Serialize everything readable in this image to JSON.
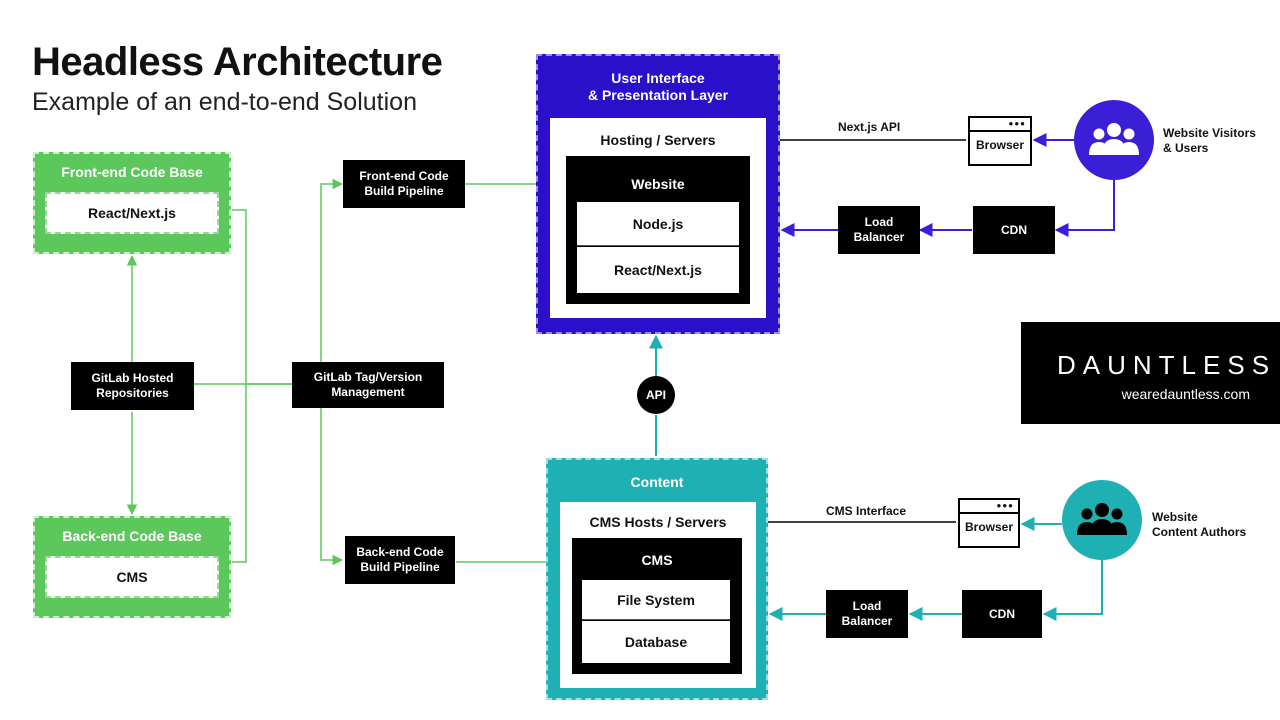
{
  "header": {
    "title": "Headless Architecture",
    "subtitle": "Example of an end-to-end Solution"
  },
  "frontend_base": {
    "title": "Front-end Code Base",
    "item": "React/Next.js"
  },
  "backend_base": {
    "title": "Back-end Code Base",
    "item": "CMS"
  },
  "gitlab_repos": {
    "line1": "GitLab Hosted",
    "line2": "Repositories"
  },
  "gitlab_tag": {
    "line1": "GitLab Tag/Version",
    "line2": "Management"
  },
  "fe_pipeline": {
    "line1": "Front-end Code",
    "line2": "Build Pipeline"
  },
  "be_pipeline": {
    "line1": "Back-end Code",
    "line2": "Build Pipeline"
  },
  "ui_layer": {
    "title_line1": "User Interface",
    "title_line2": "& Presentation Layer",
    "hosting": "Hosting / Servers",
    "website": "Website",
    "stack": [
      "Node.js",
      "React/Next.js"
    ]
  },
  "content_layer": {
    "title": "Content",
    "hosting": "CMS Hosts / Servers",
    "cms": "CMS",
    "stack": [
      "File System",
      "Database"
    ]
  },
  "api_label": "API",
  "top_right": {
    "api_label": "Next.js API",
    "browser": "Browser",
    "load_balancer": {
      "line1": "Load",
      "line2": "Balancer"
    },
    "cdn": "CDN",
    "visitors": {
      "line1": "Website Visitors",
      "line2": "& Users"
    }
  },
  "bottom_right": {
    "api_label": "CMS Interface",
    "browser": "Browser",
    "load_balancer": {
      "line1": "Load",
      "line2": "Balancer"
    },
    "cdn": "CDN",
    "authors": {
      "line1": "Website",
      "line2": "Content Authors"
    }
  },
  "brand": {
    "logo": "DAUNTLESS",
    "url": "wearedauntless.com"
  },
  "colors": {
    "green": "#5cc85c",
    "purple": "#2a10c9",
    "teal": "#1fb0b4",
    "black": "#000000"
  }
}
